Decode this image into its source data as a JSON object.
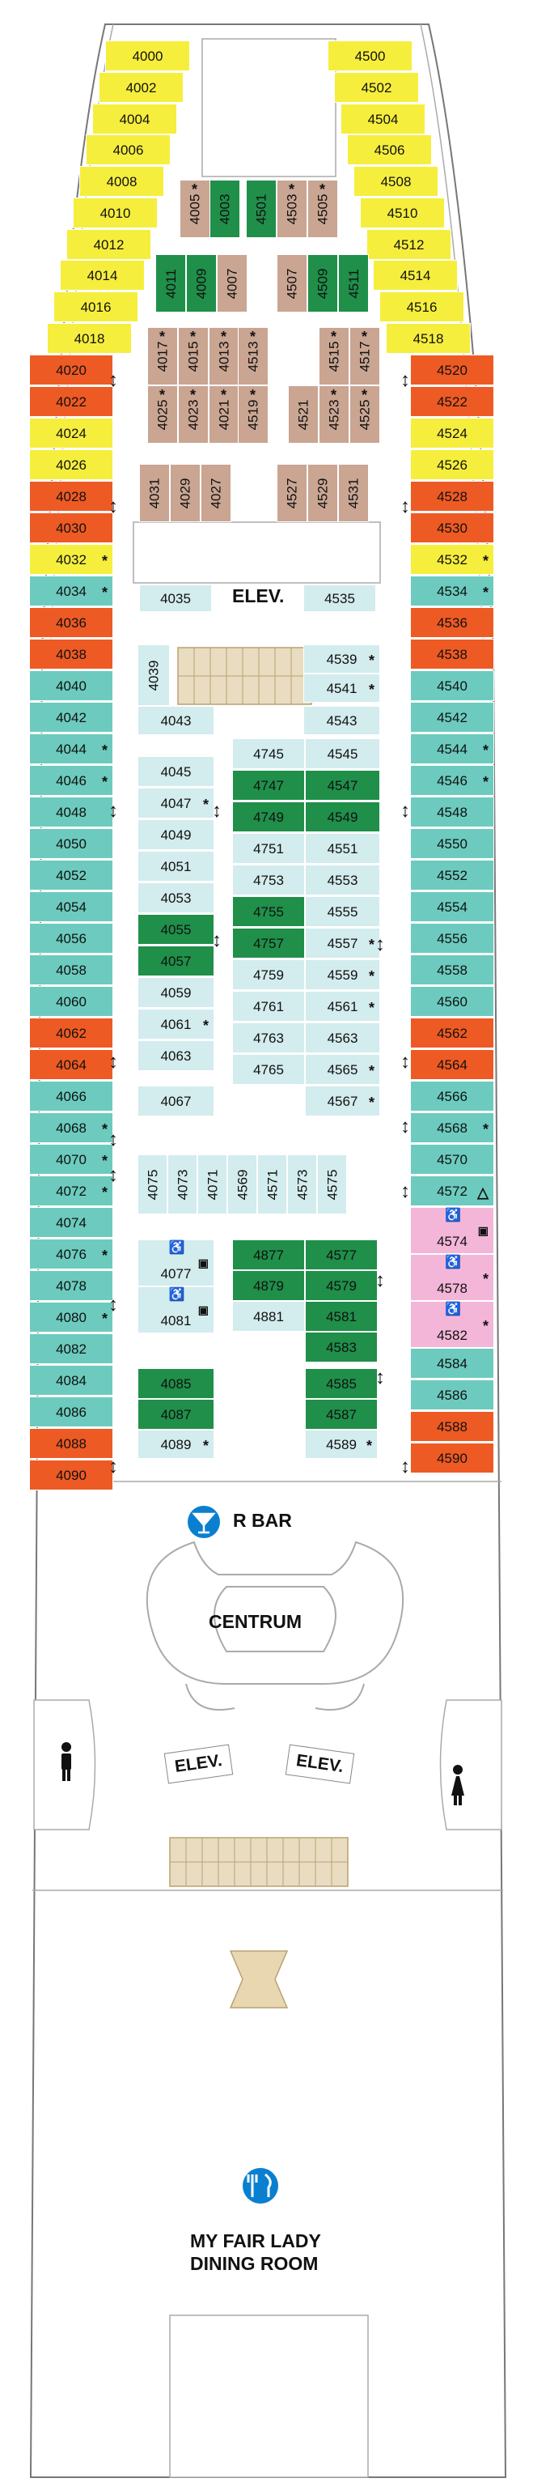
{
  "colors": {
    "yellow": "#f6ee3d",
    "orange": "#ee5a24",
    "teal": "#6ccbbe",
    "green": "#1f8f4a",
    "tan": "#c9a592",
    "lightblue": "#d3ecee",
    "pink": "#f3b6d8"
  },
  "legend_symbols": {
    "star": "*",
    "connecting": "↕",
    "wheelchair": "♿",
    "triangle": "△"
  },
  "labels": {
    "elev_top": "ELEV.",
    "elev_left": "ELEV.",
    "elev_right": "ELEV.",
    "r_bar": "R BAR",
    "centrum": "CENTRUM",
    "dining_line1": "MY FAIR LADY",
    "dining_line2": "DINING ROOM"
  },
  "icons": [
    "cocktail-icon",
    "cutlery-icon",
    "men-restroom-icon",
    "women-restroom-icon",
    "wheelchair-icon",
    "tv-icon"
  ],
  "cabins": [
    {
      "n": "4000",
      "c": "yellow"
    },
    {
      "n": "4002",
      "c": "yellow"
    },
    {
      "n": "4004",
      "c": "yellow"
    },
    {
      "n": "4006",
      "c": "yellow"
    },
    {
      "n": "4008",
      "c": "yellow"
    },
    {
      "n": "4010",
      "c": "yellow"
    },
    {
      "n": "4012",
      "c": "yellow"
    },
    {
      "n": "4014",
      "c": "yellow"
    },
    {
      "n": "4016",
      "c": "yellow"
    },
    {
      "n": "4018",
      "c": "yellow"
    },
    {
      "n": "4020",
      "c": "orange"
    },
    {
      "n": "4022",
      "c": "orange"
    },
    {
      "n": "4024",
      "c": "yellow"
    },
    {
      "n": "4026",
      "c": "yellow"
    },
    {
      "n": "4028",
      "c": "orange"
    },
    {
      "n": "4030",
      "c": "orange"
    },
    {
      "n": "4032",
      "c": "yellow",
      "m": "*"
    },
    {
      "n": "4034",
      "c": "teal",
      "m": "*"
    },
    {
      "n": "4036",
      "c": "orange"
    },
    {
      "n": "4038",
      "c": "orange"
    },
    {
      "n": "4040",
      "c": "teal"
    },
    {
      "n": "4042",
      "c": "teal"
    },
    {
      "n": "4044",
      "c": "teal",
      "m": "*"
    },
    {
      "n": "4046",
      "c": "teal",
      "m": "*"
    },
    {
      "n": "4048",
      "c": "teal"
    },
    {
      "n": "4050",
      "c": "teal"
    },
    {
      "n": "4052",
      "c": "teal"
    },
    {
      "n": "4054",
      "c": "teal"
    },
    {
      "n": "4056",
      "c": "teal"
    },
    {
      "n": "4058",
      "c": "teal"
    },
    {
      "n": "4060",
      "c": "teal"
    },
    {
      "n": "4062",
      "c": "orange"
    },
    {
      "n": "4064",
      "c": "orange"
    },
    {
      "n": "4066",
      "c": "teal"
    },
    {
      "n": "4068",
      "c": "teal",
      "m": "*"
    },
    {
      "n": "4070",
      "c": "teal",
      "m": "*"
    },
    {
      "n": "4072",
      "c": "teal",
      "m": "*"
    },
    {
      "n": "4074",
      "c": "teal"
    },
    {
      "n": "4076",
      "c": "teal",
      "m": "*"
    },
    {
      "n": "4078",
      "c": "teal"
    },
    {
      "n": "4080",
      "c": "teal",
      "m": "*"
    },
    {
      "n": "4082",
      "c": "teal"
    },
    {
      "n": "4084",
      "c": "teal"
    },
    {
      "n": "4086",
      "c": "teal"
    },
    {
      "n": "4088",
      "c": "orange"
    },
    {
      "n": "4090",
      "c": "orange"
    },
    {
      "n": "4500",
      "c": "yellow"
    },
    {
      "n": "4502",
      "c": "yellow"
    },
    {
      "n": "4504",
      "c": "yellow"
    },
    {
      "n": "4506",
      "c": "yellow"
    },
    {
      "n": "4508",
      "c": "yellow"
    },
    {
      "n": "4510",
      "c": "yellow"
    },
    {
      "n": "4512",
      "c": "yellow"
    },
    {
      "n": "4514",
      "c": "yellow"
    },
    {
      "n": "4516",
      "c": "yellow"
    },
    {
      "n": "4518",
      "c": "yellow"
    },
    {
      "n": "4520",
      "c": "orange"
    },
    {
      "n": "4522",
      "c": "orange"
    },
    {
      "n": "4524",
      "c": "yellow"
    },
    {
      "n": "4526",
      "c": "yellow"
    },
    {
      "n": "4528",
      "c": "orange"
    },
    {
      "n": "4530",
      "c": "orange"
    },
    {
      "n": "4532",
      "c": "yellow",
      "m": "*"
    },
    {
      "n": "4534",
      "c": "teal",
      "m": "*"
    },
    {
      "n": "4536",
      "c": "orange"
    },
    {
      "n": "4538",
      "c": "orange"
    },
    {
      "n": "4540",
      "c": "teal"
    },
    {
      "n": "4542",
      "c": "teal"
    },
    {
      "n": "4544",
      "c": "teal",
      "m": "*"
    },
    {
      "n": "4546",
      "c": "teal",
      "m": "*"
    },
    {
      "n": "4548",
      "c": "teal"
    },
    {
      "n": "4550",
      "c": "teal"
    },
    {
      "n": "4552",
      "c": "teal"
    },
    {
      "n": "4554",
      "c": "teal"
    },
    {
      "n": "4556",
      "c": "teal"
    },
    {
      "n": "4558",
      "c": "teal"
    },
    {
      "n": "4560",
      "c": "teal"
    },
    {
      "n": "4562",
      "c": "orange"
    },
    {
      "n": "4564",
      "c": "orange"
    },
    {
      "n": "4566",
      "c": "teal"
    },
    {
      "n": "4568",
      "c": "teal",
      "m": "*"
    },
    {
      "n": "4570",
      "c": "teal"
    },
    {
      "n": "4572",
      "c": "teal",
      "m": "△"
    },
    {
      "n": "4574",
      "c": "pink",
      "m": "tv"
    },
    {
      "n": "4578",
      "c": "pink",
      "m": "*"
    },
    {
      "n": "4582",
      "c": "pink",
      "m": "*"
    },
    {
      "n": "4584",
      "c": "teal"
    },
    {
      "n": "4586",
      "c": "teal"
    },
    {
      "n": "4588",
      "c": "orange"
    },
    {
      "n": "4590",
      "c": "orange"
    },
    {
      "n": "4005",
      "c": "tan",
      "m": "*"
    },
    {
      "n": "4003",
      "c": "green"
    },
    {
      "n": "4501",
      "c": "green"
    },
    {
      "n": "4503",
      "c": "tan",
      "m": "*"
    },
    {
      "n": "4505",
      "c": "tan",
      "m": "*"
    },
    {
      "n": "4011",
      "c": "green"
    },
    {
      "n": "4009",
      "c": "green"
    },
    {
      "n": "4007",
      "c": "tan"
    },
    {
      "n": "4507",
      "c": "tan"
    },
    {
      "n": "4509",
      "c": "green"
    },
    {
      "n": "4511",
      "c": "green"
    },
    {
      "n": "4017",
      "c": "tan",
      "m": "*"
    },
    {
      "n": "4015",
      "c": "tan",
      "m": "*"
    },
    {
      "n": "4013",
      "c": "tan",
      "m": "*"
    },
    {
      "n": "4513",
      "c": "tan",
      "m": "*"
    },
    {
      "n": "4515",
      "c": "tan",
      "m": "*"
    },
    {
      "n": "4517",
      "c": "tan",
      "m": "*"
    },
    {
      "n": "4025",
      "c": "tan",
      "m": "*"
    },
    {
      "n": "4023",
      "c": "tan",
      "m": "*"
    },
    {
      "n": "4021",
      "c": "tan",
      "m": "*"
    },
    {
      "n": "4519",
      "c": "tan",
      "m": "*"
    },
    {
      "n": "4521",
      "c": "tan"
    },
    {
      "n": "4523",
      "c": "tan",
      "m": "*"
    },
    {
      "n": "4525",
      "c": "tan",
      "m": "*"
    },
    {
      "n": "4031",
      "c": "tan"
    },
    {
      "n": "4029",
      "c": "tan"
    },
    {
      "n": "4027",
      "c": "tan"
    },
    {
      "n": "4527",
      "c": "tan"
    },
    {
      "n": "4529",
      "c": "tan"
    },
    {
      "n": "4531",
      "c": "tan"
    },
    {
      "n": "4035",
      "c": "lightblue"
    },
    {
      "n": "4535",
      "c": "lightblue"
    },
    {
      "n": "4039",
      "c": "lightblue"
    },
    {
      "n": "4539",
      "c": "lightblue",
      "m": "*"
    },
    {
      "n": "4541",
      "c": "lightblue",
      "m": "*"
    },
    {
      "n": "4043",
      "c": "lightblue"
    },
    {
      "n": "4543",
      "c": "lightblue"
    },
    {
      "n": "4745",
      "c": "lightblue"
    },
    {
      "n": "4545",
      "c": "lightblue"
    },
    {
      "n": "4045",
      "c": "lightblue"
    },
    {
      "n": "4747",
      "c": "green"
    },
    {
      "n": "4547",
      "c": "green"
    },
    {
      "n": "4047",
      "c": "lightblue",
      "m": "*"
    },
    {
      "n": "4749",
      "c": "green"
    },
    {
      "n": "4549",
      "c": "green"
    },
    {
      "n": "4049",
      "c": "lightblue"
    },
    {
      "n": "4751",
      "c": "lightblue"
    },
    {
      "n": "4551",
      "c": "lightblue"
    },
    {
      "n": "4051",
      "c": "lightblue"
    },
    {
      "n": "4753",
      "c": "lightblue"
    },
    {
      "n": "4553",
      "c": "lightblue"
    },
    {
      "n": "4053",
      "c": "lightblue"
    },
    {
      "n": "4755",
      "c": "green"
    },
    {
      "n": "4555",
      "c": "lightblue"
    },
    {
      "n": "4055",
      "c": "green"
    },
    {
      "n": "4757",
      "c": "green"
    },
    {
      "n": "4557",
      "c": "lightblue",
      "m": "*"
    },
    {
      "n": "4057",
      "c": "green"
    },
    {
      "n": "4759",
      "c": "lightblue"
    },
    {
      "n": "4559",
      "c": "lightblue",
      "m": "*"
    },
    {
      "n": "4059",
      "c": "lightblue"
    },
    {
      "n": "4761",
      "c": "lightblue"
    },
    {
      "n": "4561",
      "c": "lightblue",
      "m": "*"
    },
    {
      "n": "4061",
      "c": "lightblue",
      "m": "*"
    },
    {
      "n": "4763",
      "c": "lightblue"
    },
    {
      "n": "4563",
      "c": "lightblue"
    },
    {
      "n": "4063",
      "c": "lightblue"
    },
    {
      "n": "4765",
      "c": "lightblue"
    },
    {
      "n": "4565",
      "c": "lightblue",
      "m": "*"
    },
    {
      "n": "4067",
      "c": "lightblue"
    },
    {
      "n": "4567",
      "c": "lightblue",
      "m": "*"
    },
    {
      "n": "4075",
      "c": "lightblue"
    },
    {
      "n": "4073",
      "c": "lightblue"
    },
    {
      "n": "4071",
      "c": "lightblue"
    },
    {
      "n": "4569",
      "c": "lightblue"
    },
    {
      "n": "4571",
      "c": "lightblue"
    },
    {
      "n": "4573",
      "c": "lightblue"
    },
    {
      "n": "4575",
      "c": "lightblue"
    },
    {
      "n": "4077",
      "c": "lightblue",
      "m": "tv"
    },
    {
      "n": "4081",
      "c": "lightblue",
      "m": "tv"
    },
    {
      "n": "4877",
      "c": "green"
    },
    {
      "n": "4577",
      "c": "green"
    },
    {
      "n": "4879",
      "c": "green"
    },
    {
      "n": "4579",
      "c": "green"
    },
    {
      "n": "4881",
      "c": "lightblue"
    },
    {
      "n": "4581",
      "c": "green"
    },
    {
      "n": "4583",
      "c": "green"
    },
    {
      "n": "4085",
      "c": "green"
    },
    {
      "n": "4585",
      "c": "green"
    },
    {
      "n": "4087",
      "c": "green"
    },
    {
      "n": "4587",
      "c": "green"
    },
    {
      "n": "4089",
      "c": "lightblue",
      "m": "*"
    },
    {
      "n": "4589",
      "c": "lightblue",
      "m": "*"
    }
  ]
}
